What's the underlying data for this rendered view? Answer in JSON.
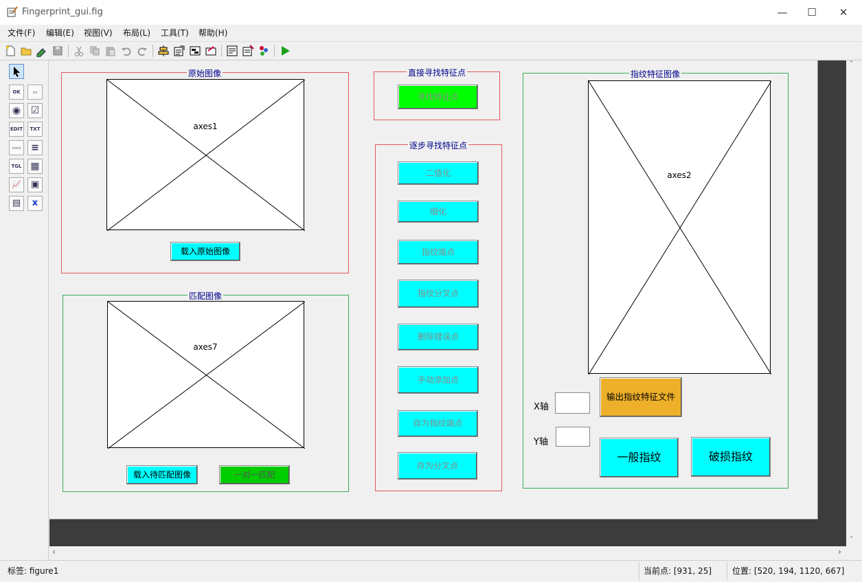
{
  "window": {
    "title": "Fingerprint_gui.fig",
    "minimize": "—",
    "maximize": "☐",
    "close": "✕"
  },
  "menu": [
    "文件(F)",
    "编辑(E)",
    "视图(V)",
    "布局(L)",
    "工具(T)",
    "帮助(H)"
  ],
  "palette": {
    "items": [
      "OK",
      "▭",
      "◉",
      "☑",
      "EDIT",
      "TXT",
      "▭▭",
      "≡",
      "TGL",
      "▦",
      "📈",
      "▣",
      "▤",
      "ⅹ"
    ]
  },
  "panels": {
    "original": {
      "title": "原始图像",
      "axes_label": "axes1",
      "load_button": "载入原始图像"
    },
    "match": {
      "title": "匹配图像",
      "axes_label": "axes7",
      "load_button": "载入待匹配图像",
      "match_button": "一对一匹配"
    },
    "direct": {
      "title": "直接寻找特征点",
      "find_button": "寻找特征点"
    },
    "stepwise": {
      "title": "逐步寻找特征点",
      "buttons": [
        "二值化",
        "细化",
        "指纹端点",
        "指纹分叉点",
        "删除错误点",
        "手动添加点",
        "存为指纹端点",
        "存为分叉点"
      ]
    },
    "feature": {
      "title": "指纹特征图像",
      "axes_label": "axes2",
      "x_label": "X轴",
      "y_label": "Y轴",
      "export_button": "输出指纹特征文件",
      "normal_button": "一般指纹",
      "damaged_button": "破损指纹"
    }
  },
  "status": {
    "tag": "标签: figure1",
    "current_point": "当前点:  [931, 25]",
    "position": "位置: [520, 194, 1120, 667]"
  },
  "colors": {
    "cyan_button": "#00ffff",
    "green_button": "#00ff00",
    "export_button": "#eeb02a",
    "red_panel_border": "#e05a5a",
    "green_panel_border": "#3aaa55",
    "panel_title": "#00008b"
  },
  "icons": {
    "toolbar": [
      "new-file-icon",
      "open-folder-icon",
      "save-as-icon",
      "save-icon",
      "cut-icon",
      "copy-icon",
      "paste-icon",
      "undo-icon",
      "redo-icon",
      "align-icon",
      "menu-editor-icon",
      "tab-order-icon",
      "toolbar-editor-icon",
      "editor-icon",
      "property-inspector-icon",
      "object-browser-icon",
      "run-icon"
    ]
  }
}
